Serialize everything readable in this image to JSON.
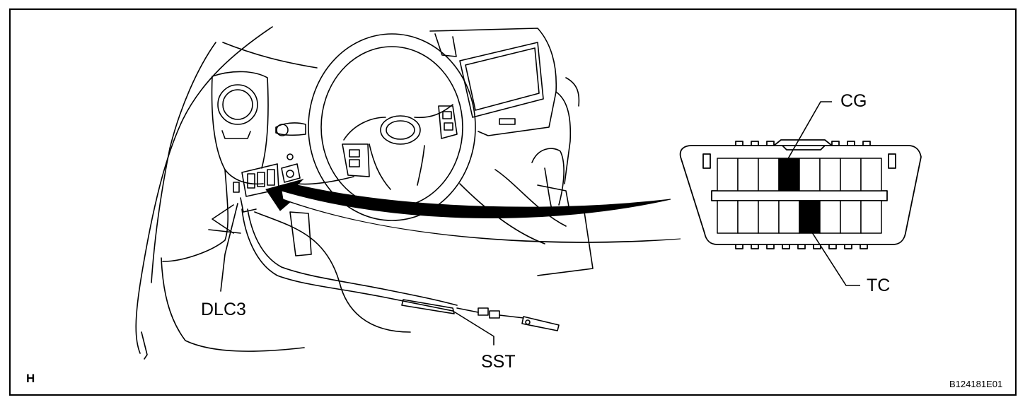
{
  "labels": {
    "cg": "CG",
    "tc": "TC",
    "dlc3": "DLC3",
    "sst": "SST",
    "view": "H",
    "figure_code": "B124181E01"
  },
  "connector": {
    "top_row_cells": 8,
    "bottom_row_cells": 8,
    "cg_pin_index": 4,
    "tc_pin_index": 5
  },
  "colors": {
    "line": "#000000",
    "background": "#ffffff"
  }
}
